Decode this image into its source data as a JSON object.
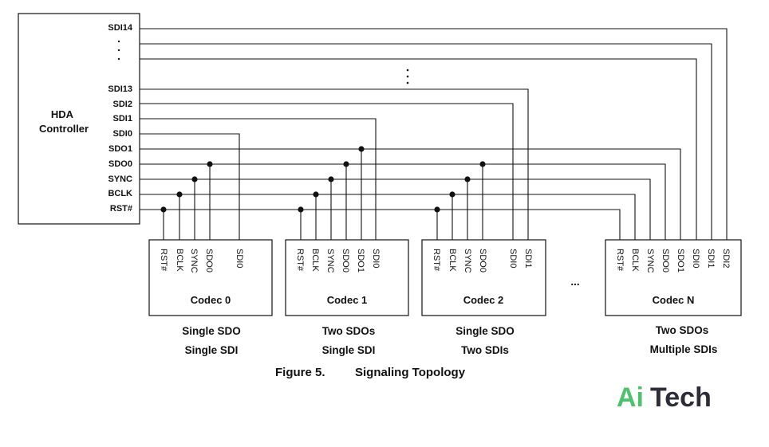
{
  "controller": {
    "title_line1": "HDA",
    "title_line2": "Controller",
    "signals": [
      "SDI14",
      "SDI13",
      "SDI2",
      "SDI1",
      "SDI0",
      "SDO1",
      "SDO0",
      "SYNC",
      "BCLK",
      "RST#"
    ]
  },
  "codecs": [
    {
      "name": "Codec 0",
      "pins": [
        "RST#",
        "BCLK",
        "SYNC",
        "SDO0",
        "SDI0"
      ],
      "caption_line1": "Single SDO",
      "caption_line2": "Single SDI"
    },
    {
      "name": "Codec 1",
      "pins": [
        "RST#",
        "BCLK",
        "SYNC",
        "SDO0",
        "SDO1",
        "SDI0"
      ],
      "caption_line1": "Two SDOs",
      "caption_line2": "Single SDI"
    },
    {
      "name": "Codec 2",
      "pins": [
        "RST#",
        "BCLK",
        "SYNC",
        "SDO0",
        "SDI0",
        "SDI1"
      ],
      "caption_line1": "Single SDO",
      "caption_line2": "Two SDIs"
    },
    {
      "name": "Codec N",
      "pins": [
        "RST#",
        "BCLK",
        "SYNC",
        "SDO0",
        "SDO1",
        "SDI0",
        "SDI1",
        "SDI2"
      ],
      "caption_line1": "Two SDOs",
      "caption_line2": "Multiple SDIs"
    }
  ],
  "ellipsis": "...",
  "figure": {
    "number": "Figure 5.",
    "title": "Signaling Topology"
  },
  "logo": {
    "part1": "Ai",
    "part2": "Tech"
  },
  "colors": {
    "line": "#111111",
    "logo_green": "#4cc36a",
    "logo_dark": "#2d2d3a"
  }
}
